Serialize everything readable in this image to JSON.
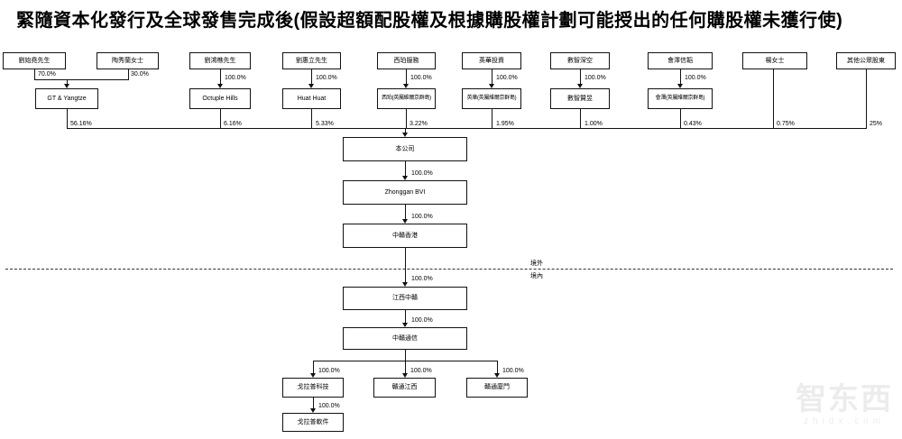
{
  "title": "緊隨資本化發行及全球發售完成後(假設超額配股權及根據購股權計劃可能授出的任何購股權未獲行使)",
  "divider": {
    "offshore": "境外",
    "onshore": "境內"
  },
  "watermark": {
    "brand": "智东西",
    "site": "zhidx.com"
  },
  "nodes": {
    "p1": {
      "label": "劉始堯先生"
    },
    "p2": {
      "label": "陶秀蘭女士"
    },
    "p3": {
      "label": "劉鴻樵先生"
    },
    "p4": {
      "label": "劉惠立先生"
    },
    "e5": {
      "label": "西珀服務"
    },
    "e6": {
      "label": "英華投資"
    },
    "e7": {
      "label": "數智深空"
    },
    "e8": {
      "label": "會澤信韜"
    },
    "p9": {
      "label": "楊女士"
    },
    "p10": {
      "label": "其他公眾股東"
    },
    "gt": {
      "label": "GT & Yangtze"
    },
    "octuple": {
      "label": "Octuple Hills"
    },
    "huat": {
      "label": "Huat Huat"
    },
    "xipo_bvi": {
      "label": "西珀(英屬維爾京群島)"
    },
    "yinghua_bvi": {
      "label": "英華(英屬維爾京群島)"
    },
    "shuzhi": {
      "label": "數智贊昱"
    },
    "huize_bvi": {
      "label": "會澤(英屬維爾京群島)"
    },
    "company": {
      "label": "本公司"
    },
    "zhonggan_bvi": {
      "label": "Zhonggan BVI"
    },
    "zhonggan_hk": {
      "label": "中贛香港"
    },
    "jiangxi_zhonggan": {
      "label": "江西中贛"
    },
    "zhonggan_comm": {
      "label": "中贛通信"
    },
    "golapu_tech": {
      "label": "戈拉普科技"
    },
    "gantong_jiangxi": {
      "label": "贛通江西"
    },
    "gantong_xiamen": {
      "label": "贛通廈門"
    },
    "golapu_software": {
      "label": "戈拉普軟件"
    }
  },
  "percents": {
    "p1_gt": "70.0%",
    "p2_gt": "30.0%",
    "p3_octuple": "100.0%",
    "p4_huat": "100.0%",
    "e5_xipo": "100.0%",
    "e6_yinghua": "100.0%",
    "e7_shuzhi": "100.0%",
    "e8_huize": "100.0%",
    "gt_co": "56.16%",
    "octuple_co": "6.16%",
    "huat_co": "5.33%",
    "xipo_co": "3.22%",
    "yinghua_co": "1.95%",
    "shuzhi_co": "1.00%",
    "huize_co": "0.43%",
    "yang_co": "0.75%",
    "public_co": "25%",
    "co_bvi": "100.0%",
    "bvi_hk": "100.0%",
    "hk_jx": "100.0%",
    "jx_comm": "100.0%",
    "comm_golapu": "100.0%",
    "comm_gtjx": "100.0%",
    "comm_gtxm": "100.0%",
    "golapu_sw": "100.0%"
  }
}
